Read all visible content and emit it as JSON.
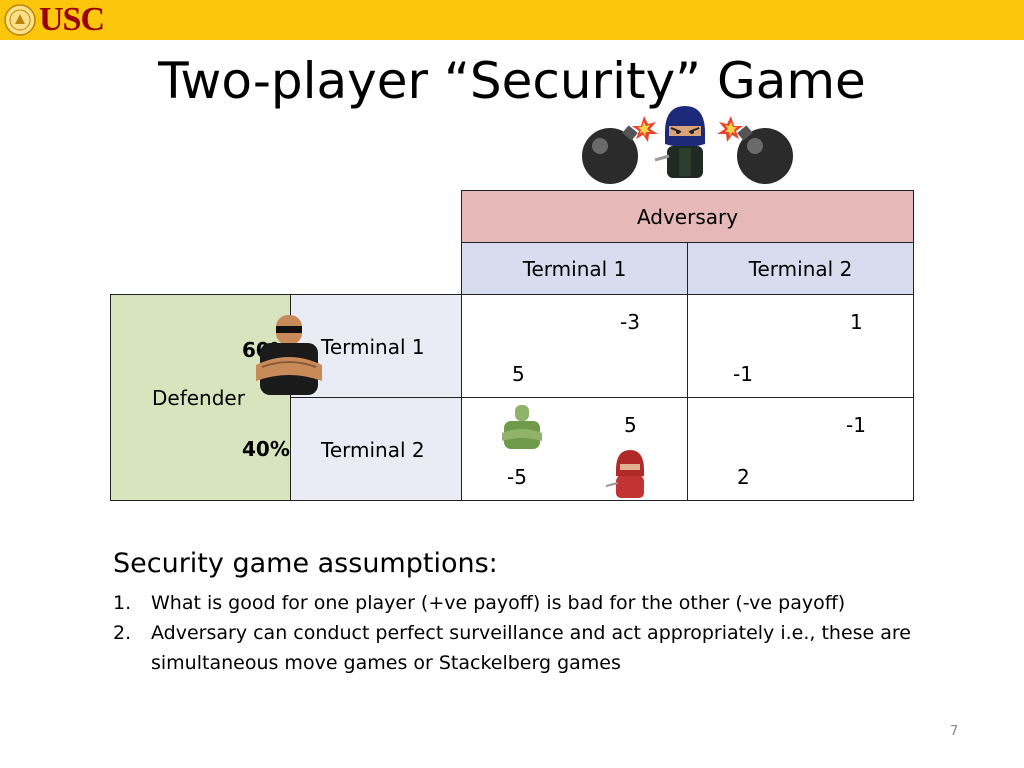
{
  "logo": {
    "text": "USC"
  },
  "slide": {
    "title": "Two-player “Security” Game",
    "page_number": "7"
  },
  "table": {
    "adversary_label": "Adversary",
    "col_headers": [
      "Terminal 1",
      "Terminal 2"
    ],
    "defender_label": "Defender",
    "row_headers": [
      "Terminal 1",
      "Terminal 2"
    ],
    "prob_row1": "60%",
    "prob_row2": "40%",
    "payoffs": {
      "r1c1": {
        "adversary": "-3",
        "defender": "5"
      },
      "r1c2": {
        "adversary": "1",
        "defender": "-1"
      },
      "r2c1": {
        "adversary": "5",
        "defender": "-5"
      },
      "r2c2": {
        "adversary": "-1",
        "defender": "2"
      }
    }
  },
  "assumptions": {
    "heading": "Security game assumptions:",
    "items": [
      {
        "num": "1.",
        "text": "What is good for one player (+ve payoff) is bad for the other (-ve payoff)"
      },
      {
        "num": "2.",
        "text": "Adversary can conduct perfect surveillance and act appropriately i.e., these are simultaneous move games or Stackelberg games"
      }
    ]
  },
  "colors": {
    "top_bar": "#fcc60d",
    "logo_red": "#990000",
    "adversary_header": "#e6b9b8",
    "column_header": "#d8dcee",
    "defender_cell": "#d7e4bd",
    "row_header": "#e9ebf5"
  },
  "icons": [
    "usc-seal-icon",
    "bomb-icon",
    "ninja-adversary-icon",
    "bodyguard-defender-icon",
    "green-guard-icon",
    "red-ninja-icon"
  ]
}
